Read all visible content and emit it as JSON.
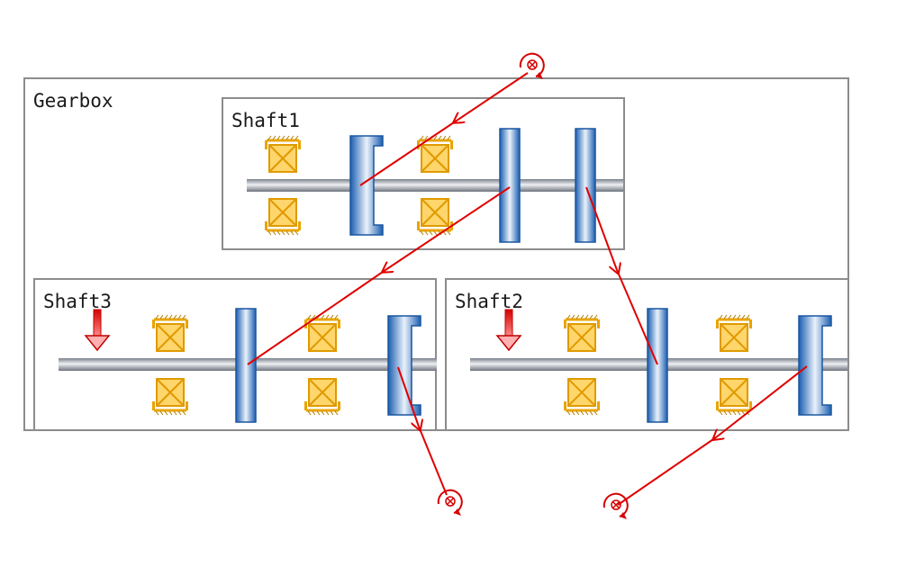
{
  "gearbox": {
    "title": "Gearbox"
  },
  "shafts": [
    {
      "name": "Shaft1"
    },
    {
      "name": "Shaft3"
    },
    {
      "name": "Shaft2"
    }
  ],
  "colors": {
    "frame": "#8c8c8c",
    "shaft": "#9aa0aa",
    "gear_blue": "#1f64b8",
    "bearing_orange": "#e8a400",
    "bearing_fill": "#ffd66b",
    "power_flow": "#e00000"
  },
  "icons": [
    "bearing-icon",
    "gear-icon",
    "input-torque-icon",
    "output-torque-icon",
    "load-arrow-icon"
  ]
}
